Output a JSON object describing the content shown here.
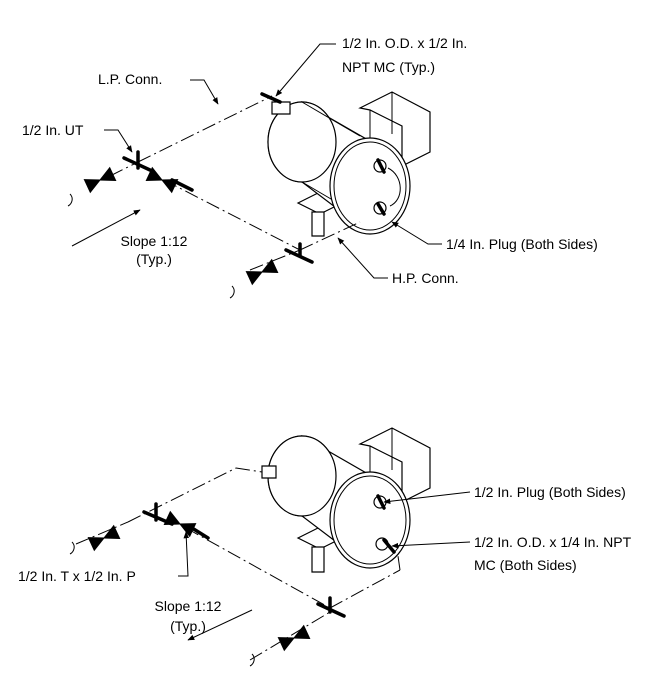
{
  "top_diagram": {
    "callout_od_line1": "1/2 In. O.D. x 1/2 In.",
    "callout_od_line2": "NPT MC (Typ.)",
    "lp_conn": "L.P. Conn.",
    "ut": "1/2 In. UT",
    "slope": "Slope 1:12",
    "slope_typ": "(Typ.)",
    "plug": "1/4 In. Plug (Both Sides)",
    "hp_conn": "H.P. Conn."
  },
  "bottom_diagram": {
    "plug": "1/2 In. Plug (Both Sides)",
    "od_line1": "1/2 In. O.D. x 1/4 In. NPT",
    "od_line2": "MC (Both Sides)",
    "tee": "1/2 In. T x 1/2 In. P",
    "slope": "Slope 1:12",
    "slope_typ": "(Typ.)"
  }
}
